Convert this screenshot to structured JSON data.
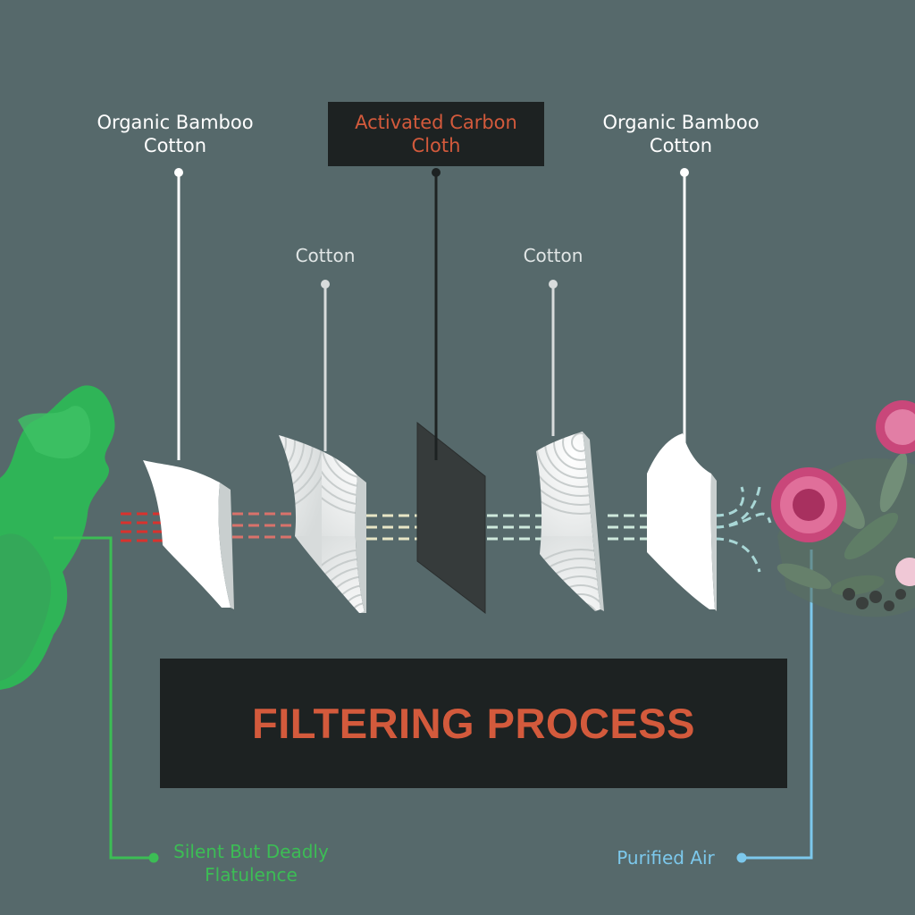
{
  "diagram": {
    "title": "FILTERING PROCESS",
    "layers": [
      {
        "label_line1": "Organic Bamboo",
        "label_line2": "Cotton"
      },
      {
        "label_line1": "Cotton"
      },
      {
        "label_line1": "Activated Carbon",
        "label_line2": "Cloth"
      },
      {
        "label_line1": "Cotton"
      },
      {
        "label_line1": "Organic Bamboo",
        "label_line2": "Cotton"
      }
    ],
    "input": {
      "line1": "Silent But Deadly",
      "line2": "Flatulence"
    },
    "output": {
      "label": "Purified Air"
    },
    "colors": {
      "background": "#56696b",
      "accent": "#d35a3c",
      "panel": "#1d2222",
      "input_green": "#3cbd55",
      "output_blue": "#7cc8ec",
      "dirty_air": "#d8322e",
      "clean_air": "#cfe9dc"
    },
    "icons": [
      "green-smoke-cloud-icon",
      "flower-bouquet-icon"
    ]
  }
}
